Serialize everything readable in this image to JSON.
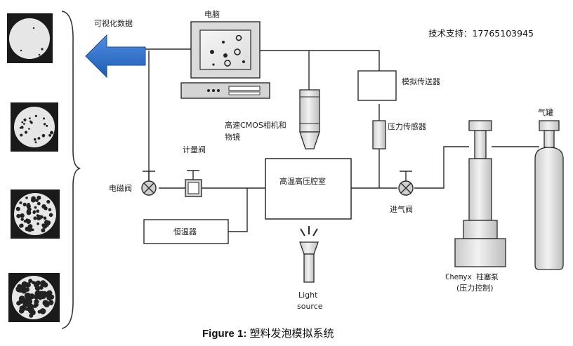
{
  "support_contact": "技术支持：17765103945",
  "visualization_label": "可视化数据",
  "labels": {
    "computer": "电脑",
    "camera_line1": "高速CMOS相机和",
    "camera_line2": "物镜",
    "transmitter": "模拟传送器",
    "pressure_sensor": "压力传感器",
    "metering_valve": "计量阀",
    "solenoid_valve": "电磁阀",
    "chamber": "高温高压腔室",
    "inlet_valve": "进气阀",
    "gas_tank": "气罐",
    "thermostat": "恒温器",
    "light_line1": "Light",
    "light_line2": "source",
    "pump_line1": "Chemyx 柱塞泵",
    "pump_line2": "(压力控制)"
  },
  "caption": {
    "prefix": "Figure 1:",
    "title": " 塑料发泡模拟系统"
  },
  "colors": {
    "arrow": "#2f6fc9",
    "line": "#2a2a2a",
    "monitor": "#d9d9d9",
    "cylinder": "#dcdcdc",
    "thumb_bg": "#1a1a1a",
    "thumb_disc": "#e8e8e8"
  }
}
